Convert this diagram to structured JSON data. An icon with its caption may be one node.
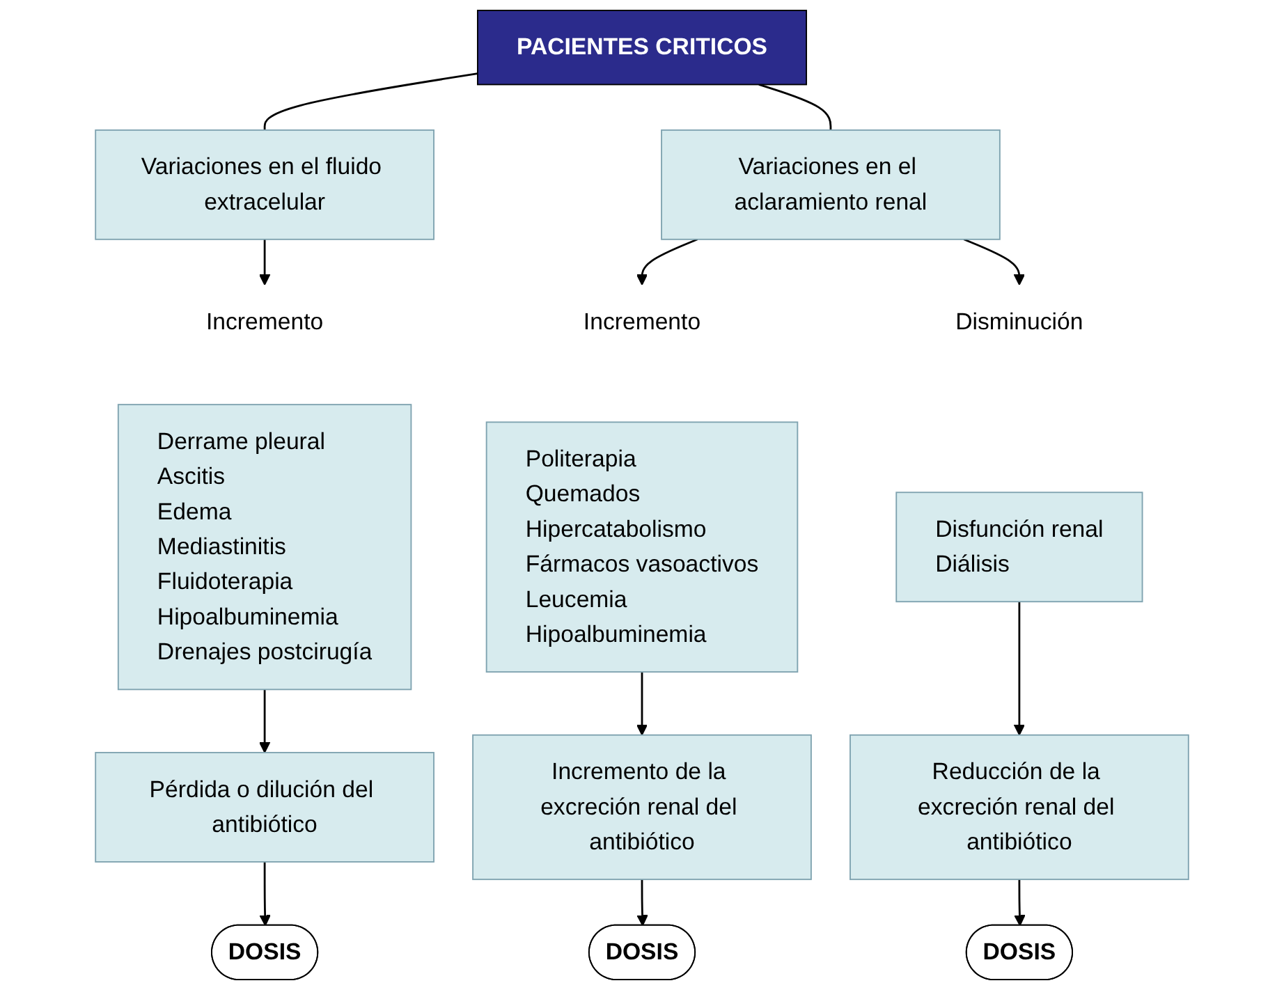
{
  "diagram": {
    "nodes": [
      {
        "text": [
          "PACIENTES CRITICOS"
        ]
      },
      {
        "text": [
          "Variaciones en el fluido extracelular"
        ]
      },
      {
        "text": [
          "Variaciones en el aclaramiento renal"
        ]
      },
      {
        "text": [
          "Incremento"
        ]
      },
      {
        "text": [
          "Derrame pleural",
          "Ascitis",
          "Edema",
          "Mediastinitis",
          "Fluidoterapia",
          "Hipoalbuminemia",
          "Drenajes postcirugía"
        ]
      },
      {
        "text": [
          "Pérdida o dilución del antibiótico"
        ]
      },
      {
        "text": [
          "DOSIS"
        ]
      },
      {
        "text": [
          "Incremento"
        ]
      },
      {
        "text": [
          "Disminución"
        ]
      },
      {
        "text": [
          "Politerapia",
          "Quemados",
          "Hipercatabolismo",
          "Fármacos vasoactivos",
          "Leucemia",
          "Hipoalbuminemia"
        ]
      },
      {
        "text": [
          "Disfunción renal",
          "Diálisis"
        ]
      },
      {
        "text": [
          "Incremento de la excreción renal del antibiótico"
        ]
      },
      {
        "text": [
          "Reducción de la excreción renal del antibiótico"
        ]
      },
      {
        "text": [
          "DOSIS"
        ]
      },
      {
        "text": [
          "DOSIS"
        ]
      }
    ],
    "edges": [
      {
        "from": 0,
        "to": 1,
        "arrow": "none"
      },
      {
        "from": 0,
        "to": 2,
        "arrow": "none"
      },
      {
        "from": 1,
        "to": 3,
        "arrow": "to"
      },
      {
        "from": 2,
        "to": 7,
        "arrow": "to"
      },
      {
        "from": 2,
        "to": 8,
        "arrow": "to"
      },
      {
        "from": 4,
        "to": 5,
        "arrow": "to"
      },
      {
        "from": 5,
        "to": 6,
        "arrow": "to"
      },
      {
        "from": 9,
        "to": 11,
        "arrow": "to"
      },
      {
        "from": 11,
        "to": 13,
        "arrow": "to"
      },
      {
        "from": 10,
        "to": 12,
        "arrow": "to"
      },
      {
        "from": 12,
        "to": 14,
        "arrow": "to"
      }
    ]
  }
}
